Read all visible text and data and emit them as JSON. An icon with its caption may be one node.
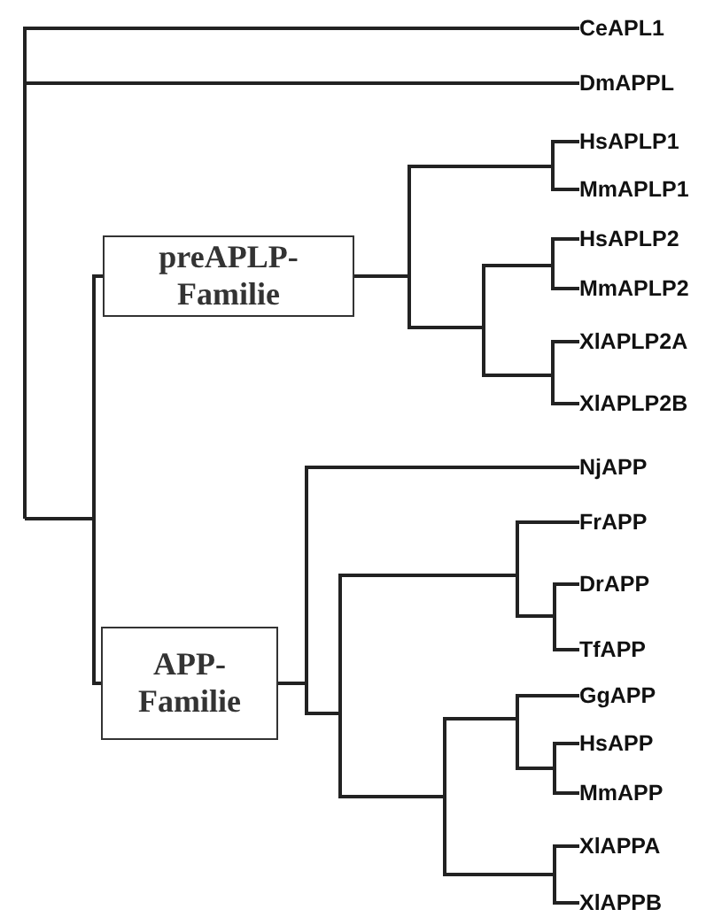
{
  "diagram": {
    "nodes": [
      {
        "text": [
          "CeAPL1"
        ]
      },
      {
        "text": [
          "DmAPPL"
        ]
      },
      {
        "text": [
          "preAPLP-Familie"
        ]
      },
      {
        "text": [
          "HsAPLP1"
        ]
      },
      {
        "text": [
          "MmAPLP1"
        ]
      },
      {
        "text": [
          "HsAPLP2"
        ]
      },
      {
        "text": [
          "MmAPLP2"
        ]
      },
      {
        "text": [
          "XlAPLP2A"
        ]
      },
      {
        "text": [
          "XlAPLP2B"
        ]
      },
      {
        "text": [
          "APP-Familie"
        ]
      },
      {
        "text": [
          "NjAPP"
        ]
      },
      {
        "text": [
          "FrAPP"
        ]
      },
      {
        "text": [
          "DrAPP"
        ]
      },
      {
        "text": [
          "TfAPP"
        ]
      },
      {
        "text": [
          "GgAPP"
        ]
      },
      {
        "text": [
          "HsAPP"
        ]
      },
      {
        "text": [
          "MmAPP"
        ]
      },
      {
        "text": [
          "XlAPPA"
        ]
      },
      {
        "text": [
          "XlAPPB"
        ]
      }
    ],
    "edges": [
      {
        "from": null,
        "to": 0,
        "arrow": "none"
      },
      {
        "from": null,
        "to": 1,
        "arrow": "none"
      },
      {
        "from": null,
        "to": 2,
        "arrow": "none"
      },
      {
        "from": null,
        "to": 9,
        "arrow": "none"
      },
      {
        "from": 2,
        "to": 3,
        "arrow": "none"
      },
      {
        "from": 2,
        "to": 4,
        "arrow": "none"
      },
      {
        "from": 2,
        "to": 5,
        "arrow": "none"
      },
      {
        "from": 2,
        "to": 6,
        "arrow": "none"
      },
      {
        "from": 2,
        "to": 7,
        "arrow": "none"
      },
      {
        "from": 2,
        "to": 8,
        "arrow": "none"
      },
      {
        "from": 9,
        "to": 10,
        "arrow": "none"
      },
      {
        "from": 9,
        "to": 11,
        "arrow": "none"
      },
      {
        "from": 9,
        "to": 12,
        "arrow": "none"
      },
      {
        "from": 9,
        "to": 13,
        "arrow": "none"
      },
      {
        "from": 9,
        "to": 14,
        "arrow": "none"
      },
      {
        "from": 9,
        "to": 15,
        "arrow": "none"
      },
      {
        "from": 9,
        "to": 16,
        "arrow": "none"
      },
      {
        "from": 9,
        "to": 17,
        "arrow": "none"
      },
      {
        "from": 9,
        "to": 18,
        "arrow": "none"
      }
    ]
  }
}
